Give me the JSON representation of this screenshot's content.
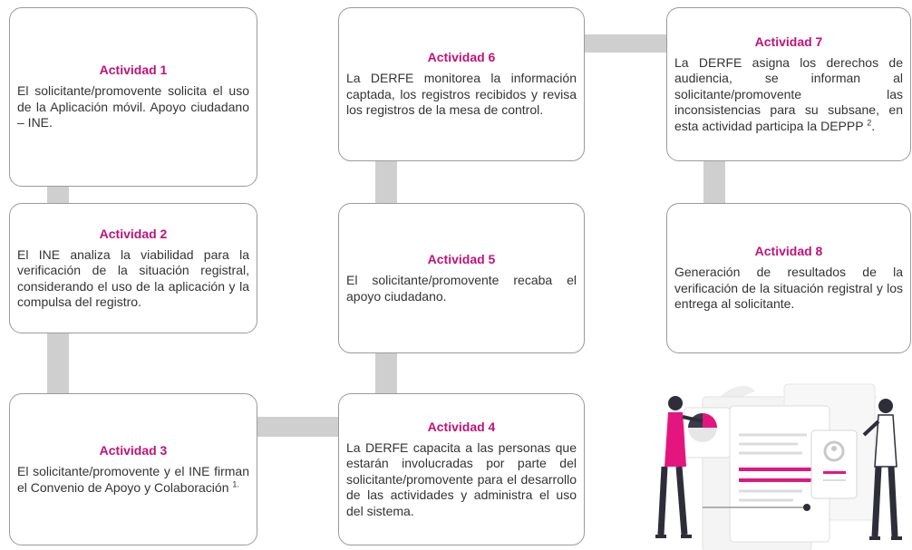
{
  "activities": [
    {
      "id": 1,
      "title": "Actividad 1",
      "text": "El solicitante/promovente solicita el uso de la Aplicación móvil. Apoyo ciudadano – INE.",
      "footnote": ""
    },
    {
      "id": 2,
      "title": "Actividad 2",
      "text": "El INE analiza la viabilidad para la verificación de la situación registral, considerando el uso de la aplicación y la compulsa del registro.",
      "footnote": ""
    },
    {
      "id": 3,
      "title": "Actividad 3",
      "text": "El solicitante/promovente y el INE firman el Convenio de Apoyo y Colaboración",
      "footnote": "1."
    },
    {
      "id": 4,
      "title": "Actividad 4",
      "text": "La DERFE capacita a las personas que estarán involucradas por parte del solicitante/promovente para el desarrollo de las actividades y administra el uso del sistema.",
      "footnote": ""
    },
    {
      "id": 5,
      "title": "Actividad 5",
      "text": "El solicitante/promovente recaba el apoyo ciudadano.",
      "footnote": ""
    },
    {
      "id": 6,
      "title": "Actividad 6",
      "text": "La DERFE monitorea la información captada, los registros recibidos y revisa los registros de la mesa de control.",
      "footnote": ""
    },
    {
      "id": 7,
      "title": "Actividad 7",
      "text": "La DERFE asigna los derechos de audiencia, se informan al solicitante/promovente las inconsistencias para su subsane, en esta actividad participa la DEPPP",
      "footnote": "2",
      "after": "."
    },
    {
      "id": 8,
      "title": "Actividad 8",
      "text": "Generación de resultados de la verificación de la situación registral y los entrega al solicitante.",
      "footnote": ""
    }
  ],
  "colors": {
    "title": "#c0127a",
    "connector": "#cfcfcf",
    "border": "#9a9a9a",
    "accent": "#e5157f"
  }
}
